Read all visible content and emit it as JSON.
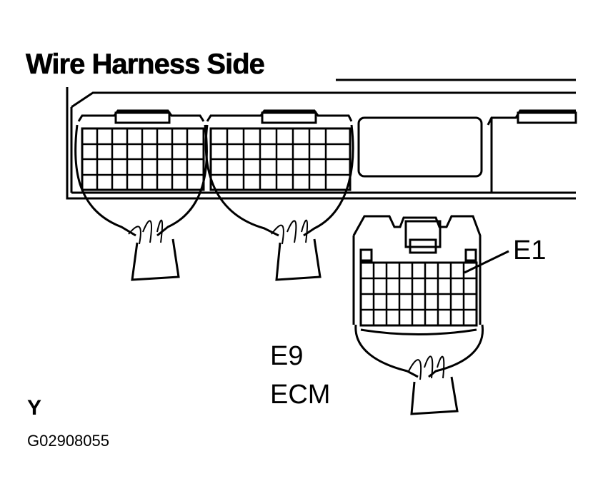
{
  "title": "Wire Harness Side",
  "labels": {
    "e1": "E1",
    "e9": "E9",
    "ecm": "ECM",
    "y": "Y",
    "figure_code": "G02908055"
  }
}
